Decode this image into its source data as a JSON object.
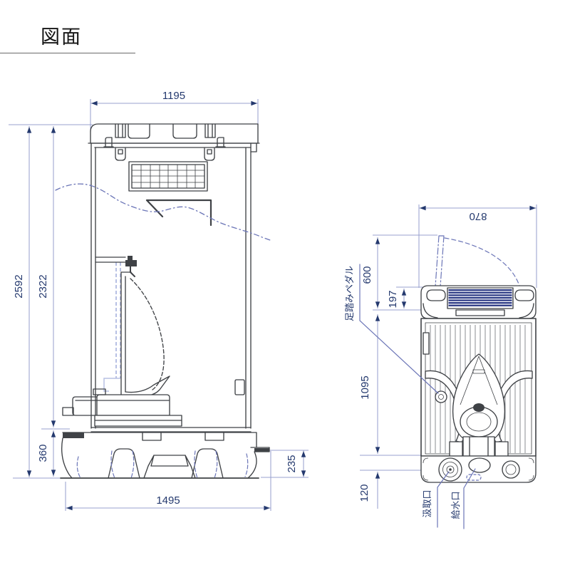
{
  "title": "図面",
  "left_view": {
    "dim_width_top": "1195",
    "dim_height_total": "2592",
    "dim_height_cabin": "2322",
    "dim_base_height": "360",
    "dim_base_width": "1495",
    "dim_fork_height": "235"
  },
  "right_view": {
    "dim_width": "870",
    "dim_door_open": "600",
    "dim_step_depth": "197",
    "dim_body_depth": "1095",
    "dim_tank_depth": "120",
    "label_foot_pedal": "足踏みペダル",
    "label_suction_port": "汲取口",
    "label_water_port": "給水口"
  },
  "colors": {
    "outline": "#3f4246",
    "dim_line": "#99a1cf",
    "dim_text": "#24396e",
    "accent_blue": "#6b75b7",
    "tread_fill": "#2c3a85",
    "pipe_blue": "#b7c0e4"
  }
}
